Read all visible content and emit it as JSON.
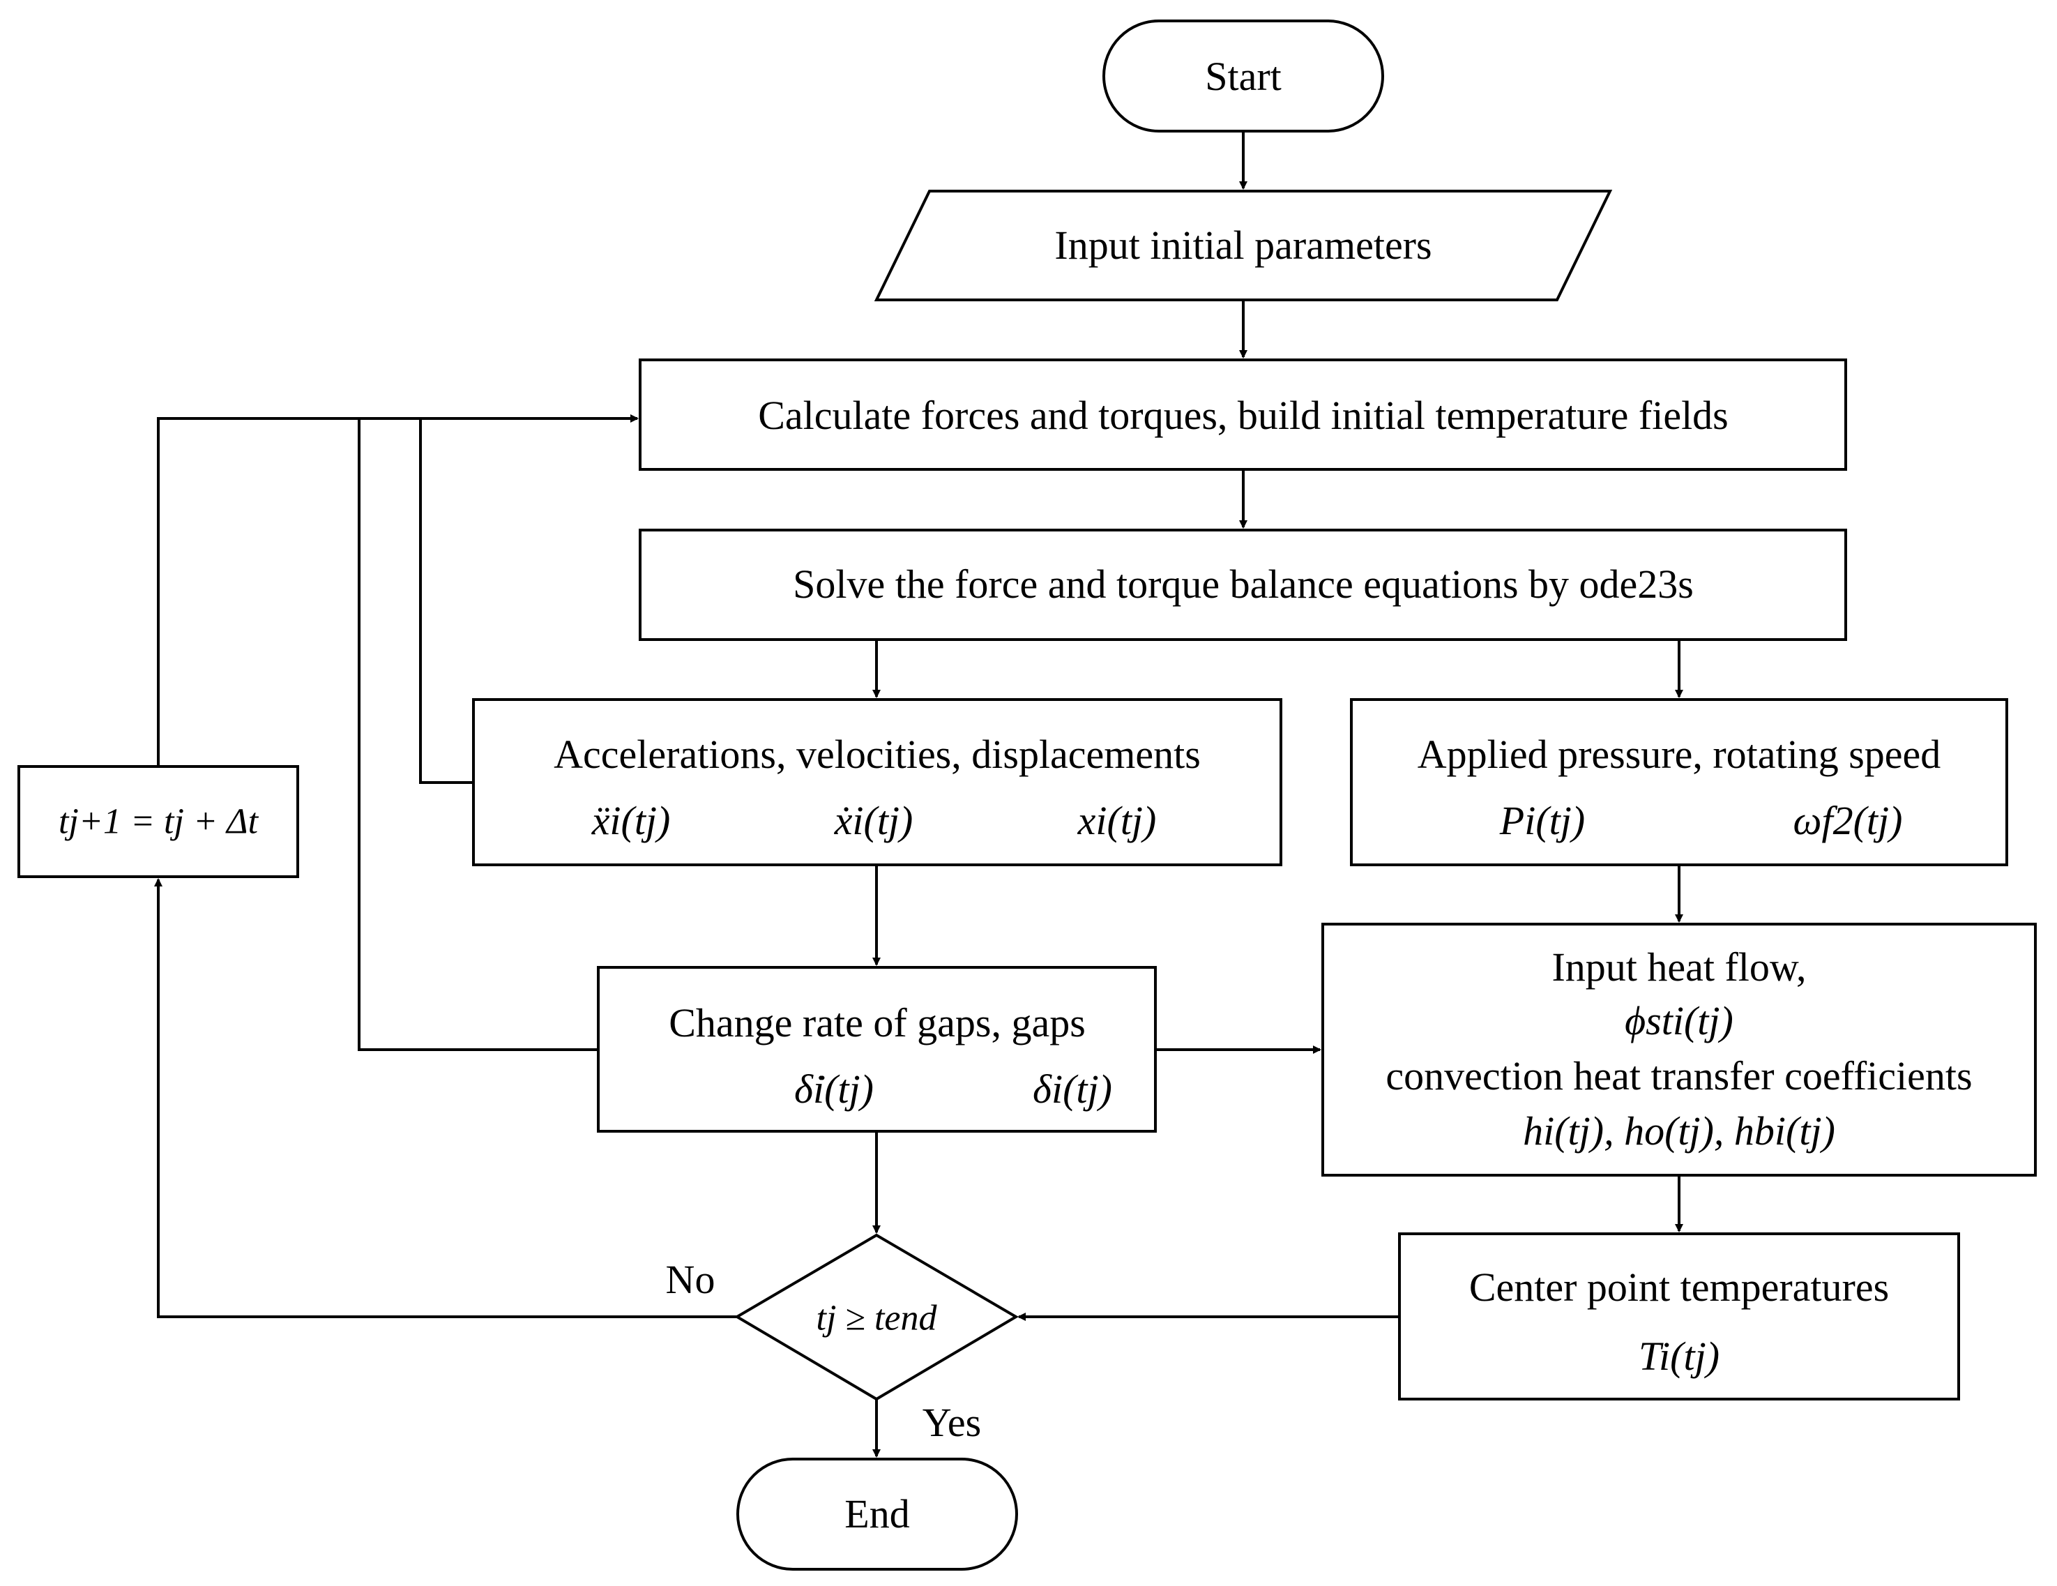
{
  "nodes": {
    "start": {
      "label": "Start"
    },
    "input_params": {
      "label": "Input initial parameters"
    },
    "calc_forces": {
      "label": "Calculate forces and torques, build initial temperature fields"
    },
    "solve_balance": {
      "label": "Solve the force and torque balance equations by ode23s"
    },
    "kinematics": {
      "label": "Accelerations, velocities, displacements",
      "acc": "ẍi(tj)",
      "vel": "ẋi(tj)",
      "disp": "xi(tj)"
    },
    "pressure_speed": {
      "label": "Applied pressure, rotating speed",
      "pressure": "Pi(tj)",
      "speed": "ωf2(tj)"
    },
    "gaps": {
      "label": "Change rate of gaps, gaps",
      "gap_rate": "δ̇i(tj)",
      "gap": "δi(tj)"
    },
    "heat": {
      "line1": "Input heat flow,",
      "heat_flow": "ϕsti(tj)",
      "line3": "convection heat transfer coefficients",
      "coeffs": "hi(tj), ho(tj), hbi(tj)"
    },
    "center_temp": {
      "label": "Center point temperatures",
      "temp": "Ti(tj)"
    },
    "decision": {
      "label": "tj ≥ tend"
    },
    "time_step": {
      "label": "tj+1 = tj + Δt"
    },
    "end": {
      "label": "End"
    }
  },
  "edges": {
    "no_label": "No",
    "yes_label": "Yes"
  }
}
